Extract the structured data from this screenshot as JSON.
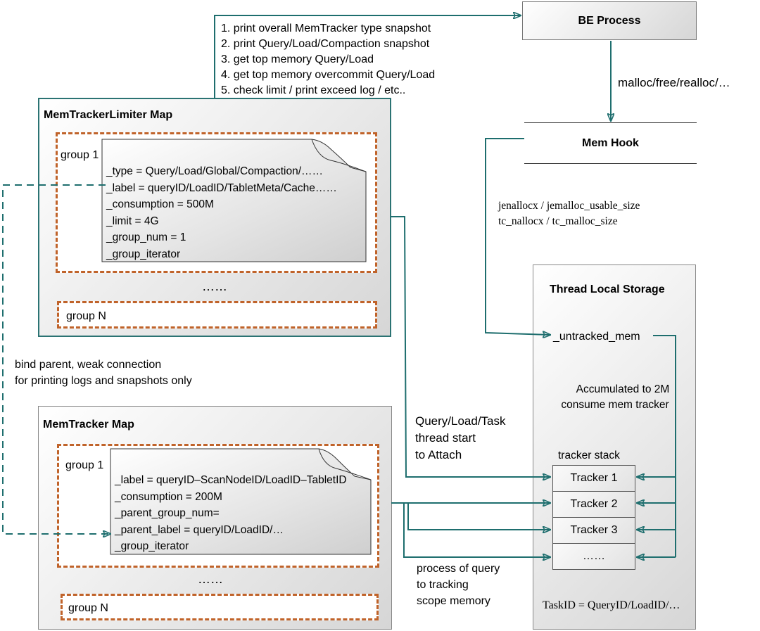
{
  "be_process": "BE Process",
  "malloc_label": "malloc/free/realloc/…",
  "mem_hook": "Mem Hook",
  "jemalloc_lines": [
    "jenallocx / jemalloc_usable_size",
    "tc_nallocx / tc_malloc_size"
  ],
  "top_steps": [
    "1. print overall MemTracker type snapshot",
    "2. print Query/Load/Compaction snapshot",
    "3. get top memory Query/Load",
    "4. get top memory overcommit Query/Load",
    "5. check limit / print exceed log / etc.."
  ],
  "limiter_map": {
    "title": "MemTrackerLimiter Map",
    "group1": "group 1",
    "groupN": "group N",
    "ellipsis": "……",
    "fields": [
      "_type = Query/Load/Global/Compaction/……",
      "_label = queryID/LoadID/TabletMeta/Cache……",
      "_consumption = 500M",
      "_limit = 4G",
      "_group_num = 1",
      "_group_iterator"
    ]
  },
  "bind_parent": [
    "bind parent, weak connection",
    "for printing logs and snapshots only"
  ],
  "tracker_map": {
    "title": "MemTracker Map",
    "group1": "group 1",
    "groupN": "group N",
    "ellipsis": "……",
    "fields": [
      "_label = queryID–ScanNodeID/LoadID–TabletID",
      "_consumption = 200M",
      "_parent_group_num=",
      "_parent_label = queryID/LoadID/…",
      "_group_iterator"
    ]
  },
  "attach_label": [
    "Query/Load/Task",
    "thread start",
    "to Attach"
  ],
  "process_label": [
    "process of query",
    "to tracking",
    "scope memory"
  ],
  "tls": {
    "title": "Thread Local Storage",
    "untracked": "_untracked_mem",
    "accumulated": [
      "Accumulated to 2M",
      "consume mem tracker"
    ],
    "tracker_stack": "tracker stack",
    "trackers": [
      "Tracker 1",
      "Tracker 2",
      "Tracker 3",
      "……"
    ],
    "task_id": "TaskID = QueryID/LoadID/…"
  },
  "colors": {
    "teal": "#1e6e6e",
    "orange": "#c0632a"
  }
}
